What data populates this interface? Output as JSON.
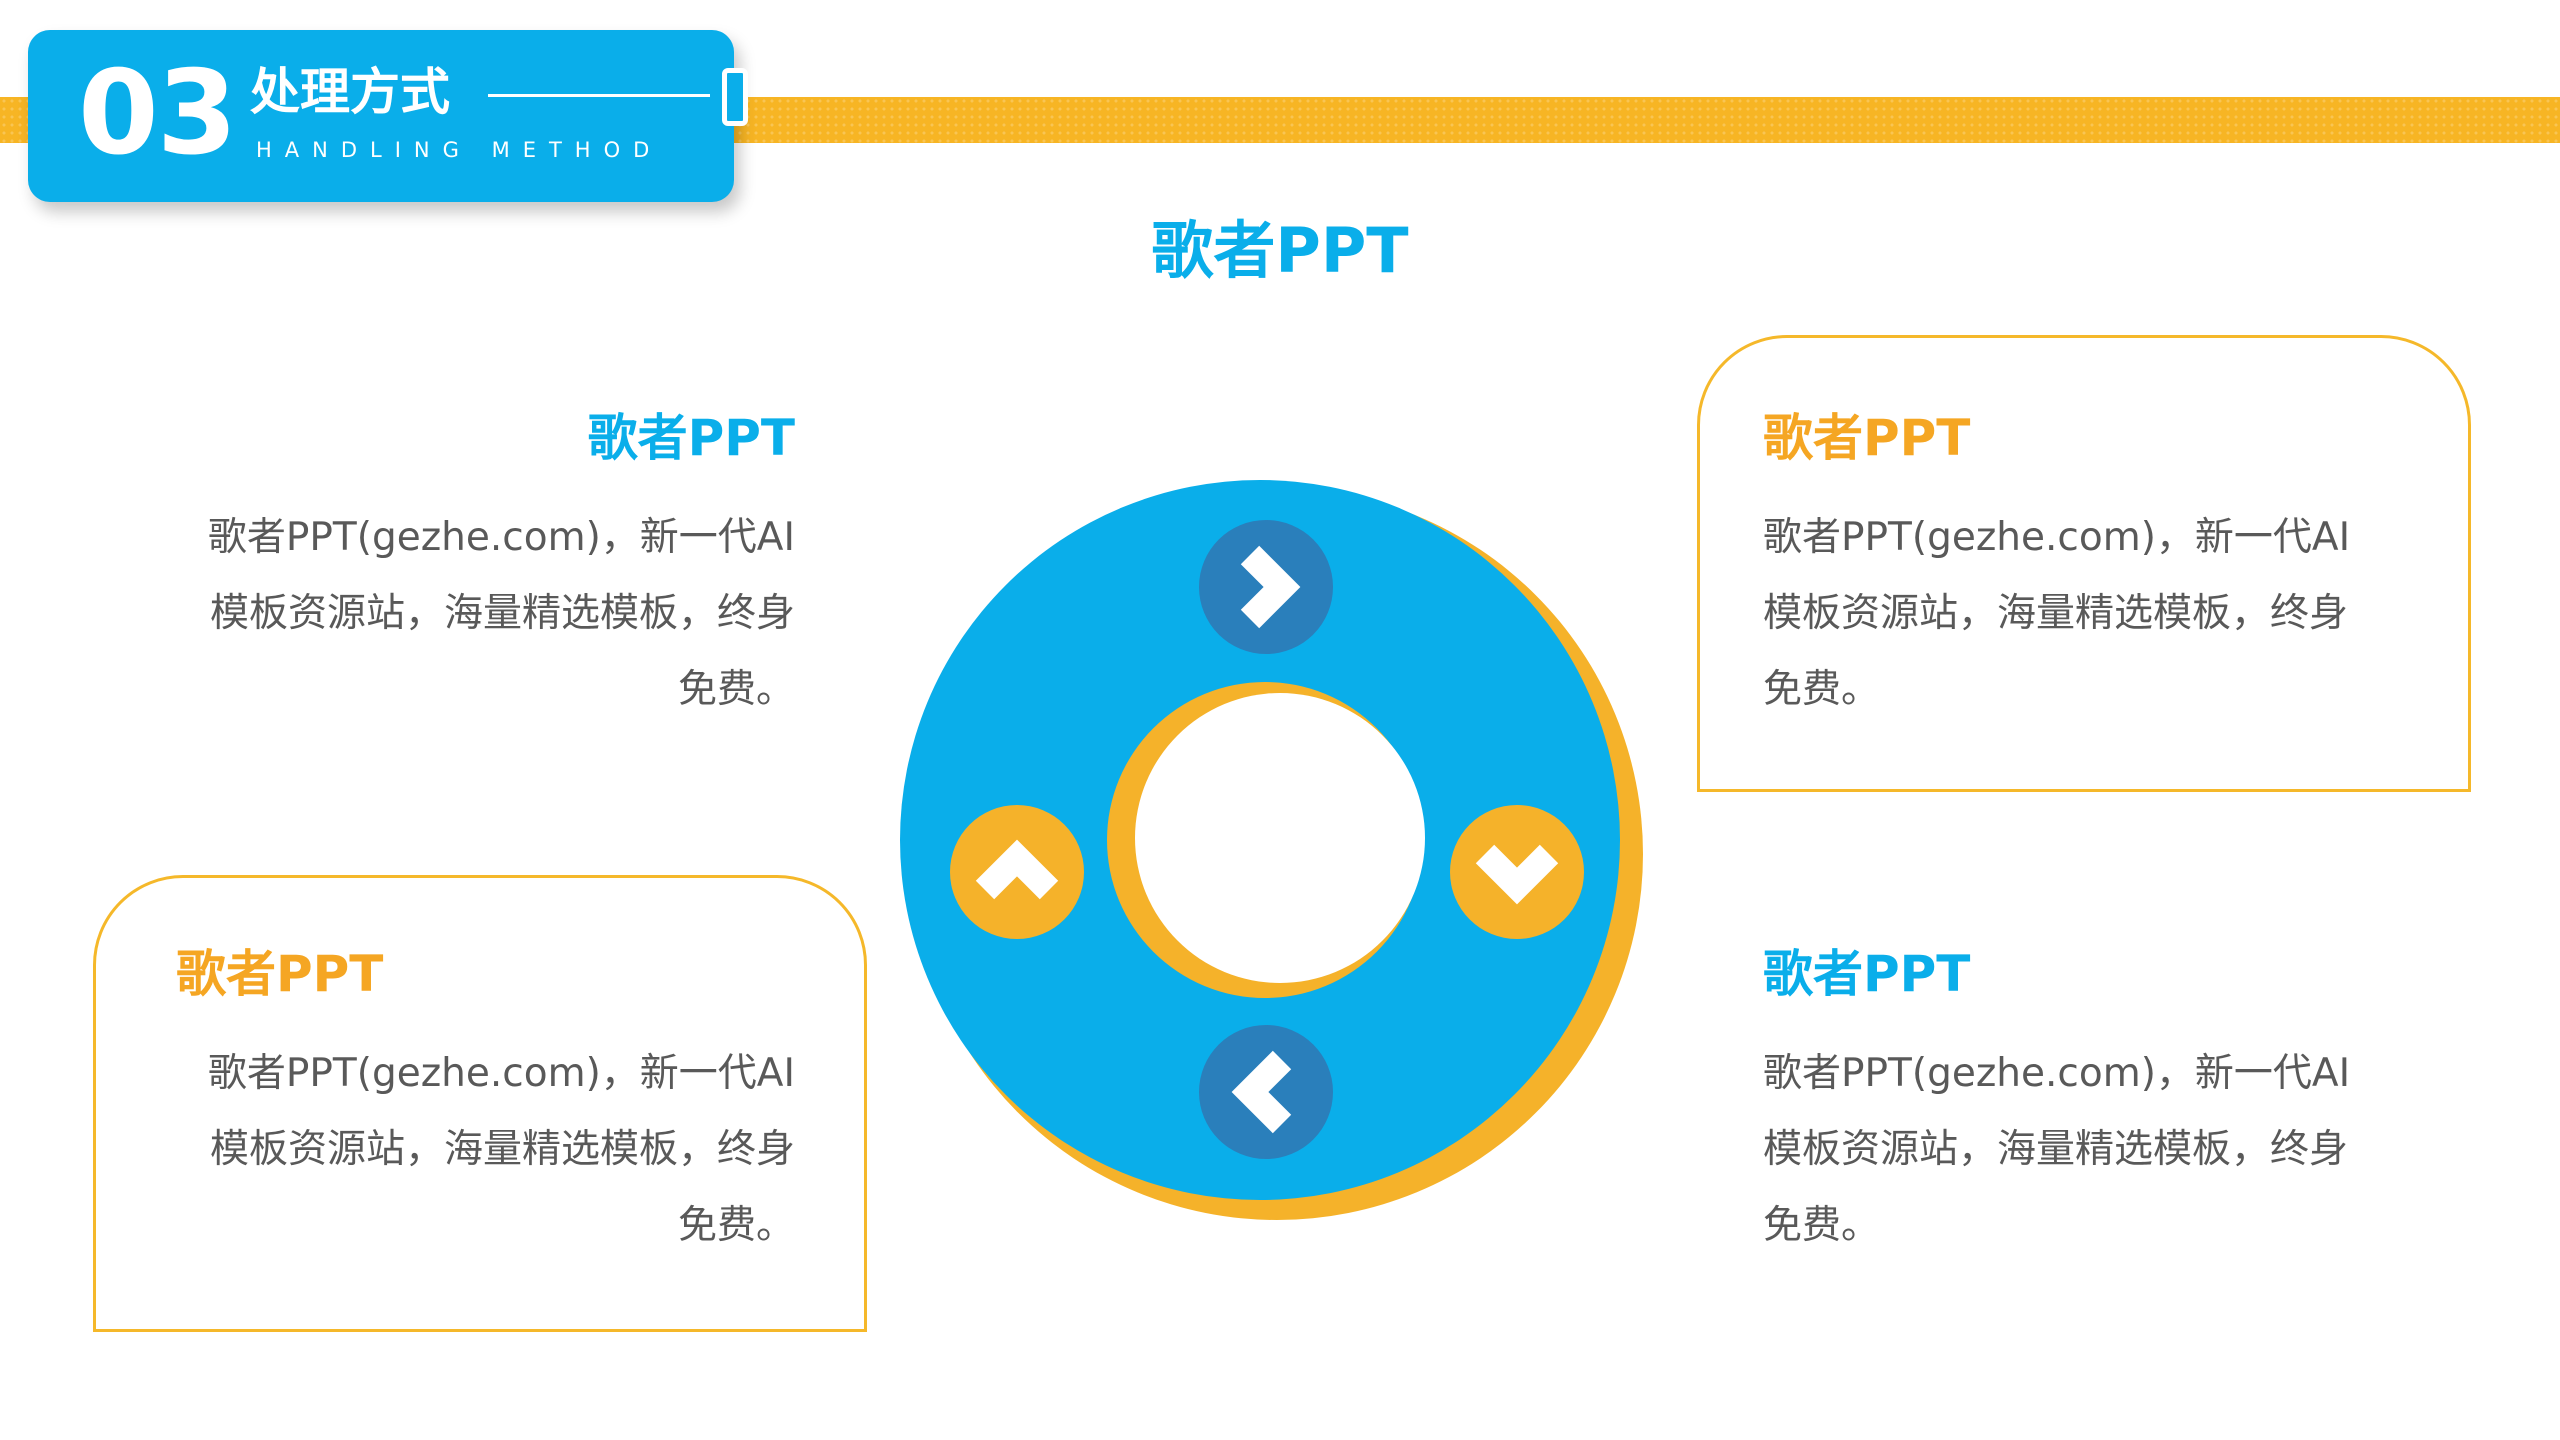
{
  "header": {
    "number": "03",
    "title": "处理方式",
    "subtitle": "HANDLING METHOD"
  },
  "main_title": "歌者PPT",
  "blocks": {
    "top_left": {
      "title": "歌者PPT",
      "lines": [
        "歌者PPT(gezhe.com)，新一代AI",
        "模板资源站，海量精选模板，终身",
        "免费。"
      ]
    },
    "top_right": {
      "title": "歌者PPT",
      "lines": [
        "歌者PPT(gezhe.com)，新一代AI",
        "模板资源站，海量精选模板，终身",
        "免费。"
      ]
    },
    "bottom_left": {
      "title": "歌者PPT",
      "lines": [
        "歌者PPT(gezhe.com)，新一代AI",
        "模板资源站，海量精选模板，终身",
        "免费。"
      ]
    },
    "bottom_right": {
      "title": "歌者PPT",
      "lines": [
        "歌者PPT(gezhe.com)，新一代AI",
        "模板资源站，海量精选模板，终身",
        "免费。"
      ]
    }
  },
  "ring": {
    "icons": [
      "chevron-right-icon",
      "chevron-up-icon",
      "chevron-down-icon",
      "chevron-left-icon"
    ]
  },
  "colors": {
    "blue": "#0aaeea",
    "orange": "#f5a623",
    "dark_blue": "#2a7fbb",
    "text_gray": "#595959"
  }
}
